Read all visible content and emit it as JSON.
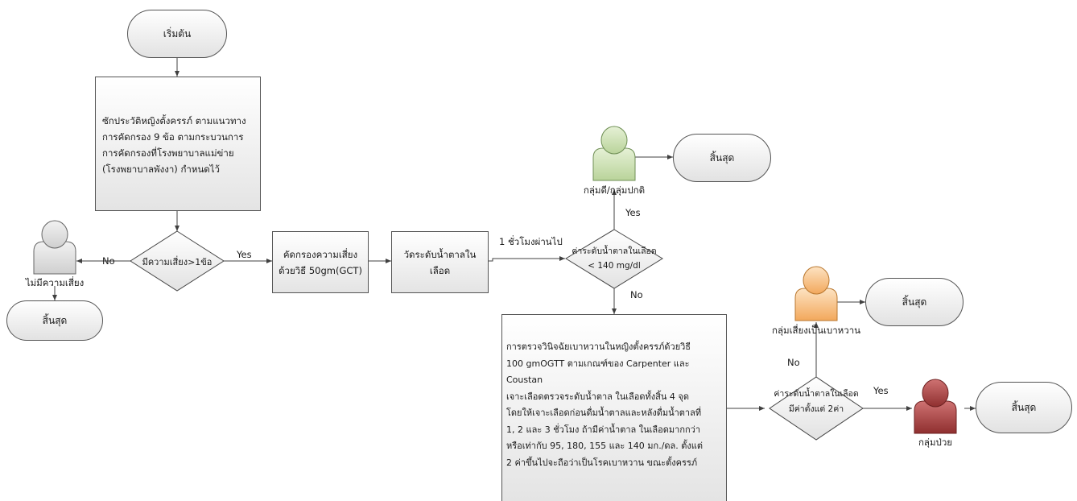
{
  "start": "เริ่มต้น",
  "step1": [
    "ซักประวัติหญิงตั้งครรภ์ ตามแนวทาง",
    "การคัดกรอง 9 ข้อ ตามกระบวนการ",
    "การคัดกรองที่โรงพยาบาลแม่ข่าย",
    "(โรงพยาบาลพังงา) กำหนดไว้"
  ],
  "decision1": "มีความเสี่ยง>1ข้อ",
  "no_label": "No",
  "yes_label": "Yes",
  "no_risk_actor": "ไม่มีความเสี่ยง",
  "end_label": "สิ้นสุด",
  "screen_box": [
    "คัดกรองความเสี่ยง",
    "ด้วยวิธี 50gm(GCT)"
  ],
  "measure_box": [
    "วัดระดับน้ำตาลใน",
    "เลือด"
  ],
  "one_hour": "1 ชั่วโมงผ่านไป",
  "decision2": [
    "ค่าระดับน้ำตาลในเลือด",
    "< 140 mg/dl"
  ],
  "normal_actor": "กลุ่มดี/กลุ่มปกติ",
  "ogtt_box": [
    "การตรวจวินิจฉัยเบาหวานในหญิงตั้งครรภ์ด้วยวิธี",
    "100 gmOGTT ตามเกณฑ์ของ Carpenter และ",
    "Coustan",
    "เจาะเลือดตรวจระดับน้ำตาล ในเลือดทั้งสิ้น 4 จุด",
    "โดยให้เจาะเลือดก่อนดื่มน้ำตาลและหลังดื่มน้ำตาลที่",
    "1, 2 และ 3 ชั่วโมง ถ้ามีค่าน้ำตาล ในเลือดมากกว่า",
    "หรือเท่ากับ 95, 180, 155 และ 140 มก./ดล. ตั้งแต่",
    "2 ค่าขึ้นไปจะถือว่าเป็นโรคเบาหวาน ขณะตั้งครรภ์"
  ],
  "decision3": [
    "ค่าระดับน้ำตาลในเลือด",
    "มีค่าตั้งแต่ 2ค่า"
  ],
  "risk_actor": "กลุ่มเสี่ยงเป็นเบาหวาน",
  "sick_actor": "กลุ่มป่วย",
  "colors": {
    "grey_actor": "#e6e6e6",
    "green_actor": "#d6e8bf",
    "orange_actor": "#f9c98e",
    "red_actor": "#b04848",
    "line": "#404040"
  }
}
